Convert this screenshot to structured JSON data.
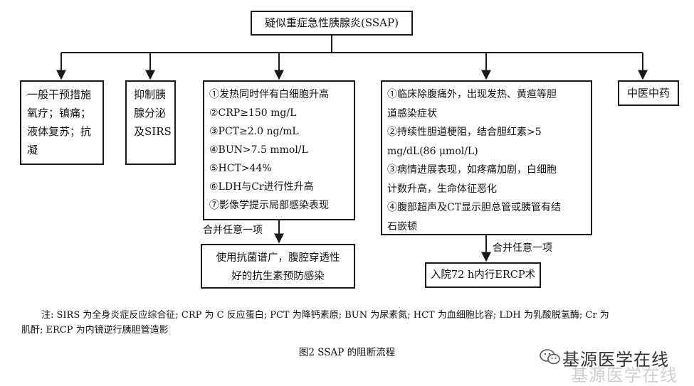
{
  "root": "疑似重症急性胰腺炎(SSAP)",
  "branches": {
    "general": [
      "一般干预措施",
      "氧疗；镇痛；",
      "液体复苏；抗",
      "凝"
    ],
    "sirs": [
      "抑制胰",
      "腺分泌",
      "及SIRS"
    ],
    "infection_criteria": [
      "①发热同时伴有白细胞升高",
      "②CRP≥150 mg/L",
      "③PCT≥2.0 ng/mL",
      "④BUN>7.5 mmol/L",
      "⑤HCT>44%",
      "⑥LDH与Cr进行性升高",
      "⑦影像学提示局部感染表现"
    ],
    "biliary_criteria": [
      "①临床除腹痛外，出现发热、黄疸等胆",
      "道感染症状",
      "②持续性胆道梗阻，结合胆红素>5",
      "mg/dL(86 μmol/L)",
      "③病情进展表现，如疼痛加剧，白细胞",
      "计数升高，生命体征恶化",
      "④腹部超声及CT显示胆总管或胰管有结",
      "石嵌顿"
    ],
    "tcm": "中医中药"
  },
  "outcomes": {
    "antibiotic_label": "合并任意一项",
    "antibiotic_text": [
      "使用抗菌谱广，腹腔穿透性",
      "好的抗生素预防感染"
    ],
    "ercp_label": "合并任意一项",
    "ercp_text": "入院72 h内行ERCP术"
  },
  "note": {
    "line1": "注: SIRS 为全身炎症反应综合征; CRP 为 C 反应蛋白; PCT 为降钙素原; BUN 为尿素氮; HCT 为血细胞比容; LDH 为乳酸脱氢酶; Cr 为",
    "line2": "肌酐; ERCP 为内镜逆行胰胆管造影"
  },
  "caption": "图2    SSAP 的阻断流程",
  "watermark": "基源医学在线",
  "colors": {
    "line": "#1a1a1a",
    "text": "#111111",
    "background": "#ffffff"
  }
}
